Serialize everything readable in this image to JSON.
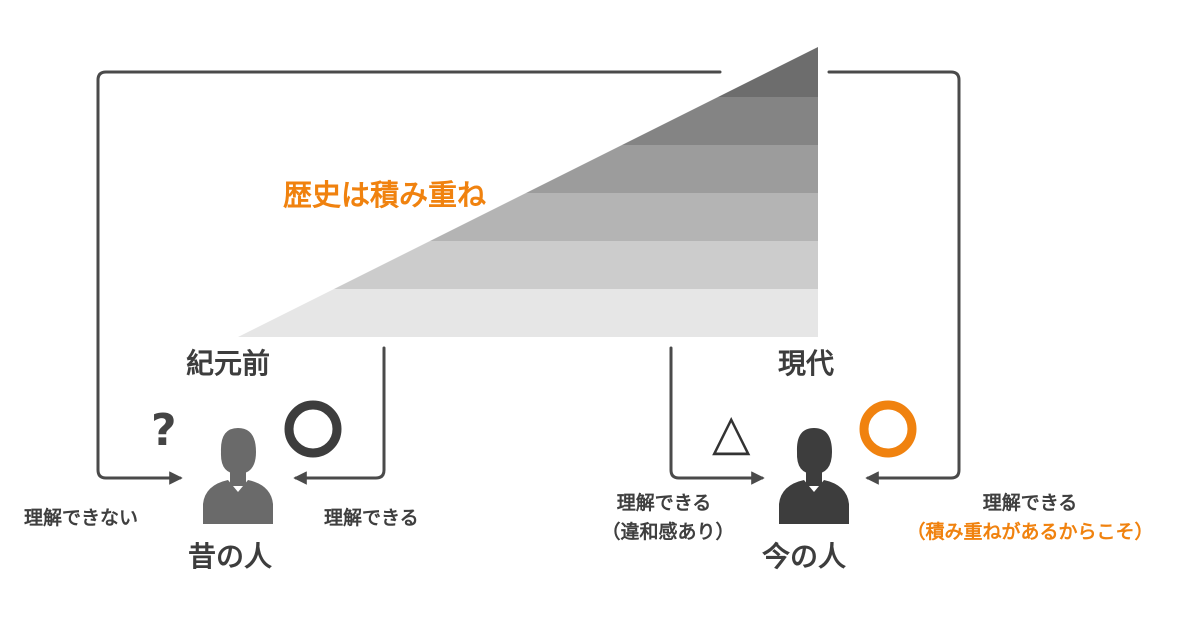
{
  "title": "歴史は積み重ね",
  "eras": {
    "past": "紀元前",
    "present": "現代"
  },
  "people": {
    "past": {
      "label": "昔の人",
      "left_mark": "?",
      "left_text": "理解できない",
      "right_text": "理解できる"
    },
    "present": {
      "label": "今の人",
      "left_mark": "△",
      "left_text_line1": "理解できる",
      "left_text_line2": "（違和感あり）",
      "right_text_line1": "理解できる",
      "right_text_line2": "（積み重ねがあるからこそ）"
    }
  },
  "colors": {
    "accent": "#f0820f",
    "line": "#4a4a4a",
    "past_person": "#6a6a6a",
    "present_person": "#3d3d3d",
    "layers": [
      "#e6e6e6",
      "#cccccc",
      "#b4b4b4",
      "#9c9c9c",
      "#848484",
      "#6d6d6d"
    ]
  },
  "icons": {
    "past_good": "circle-mark-icon",
    "present_good": "circle-mark-icon",
    "person": "person-silhouette-icon"
  }
}
